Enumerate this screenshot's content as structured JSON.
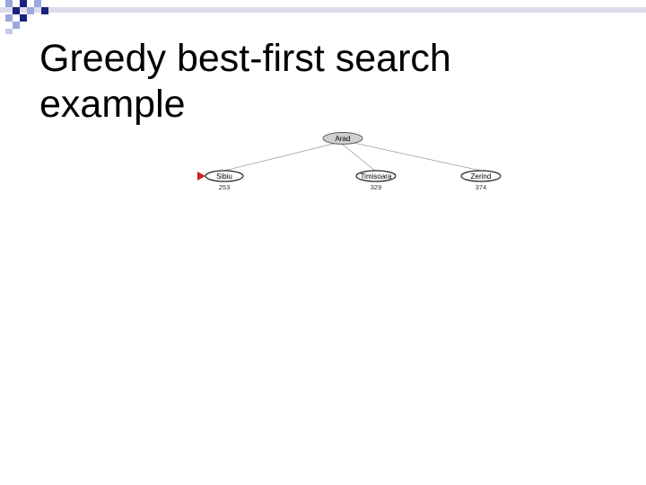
{
  "slide": {
    "title_line1": "Greedy best-first search",
    "title_line2": "example"
  },
  "tree": {
    "root": {
      "label": "Arad"
    },
    "children": [
      {
        "label": "Sibiu",
        "h": "253"
      },
      {
        "label": "Timisoara",
        "h": "329"
      },
      {
        "label": "Zerind",
        "h": "374"
      }
    ]
  },
  "colors": {
    "accent": "#1a237e",
    "pointer": "#cc2222",
    "root_fill": "#cfcfcf",
    "edge": "#999999"
  }
}
